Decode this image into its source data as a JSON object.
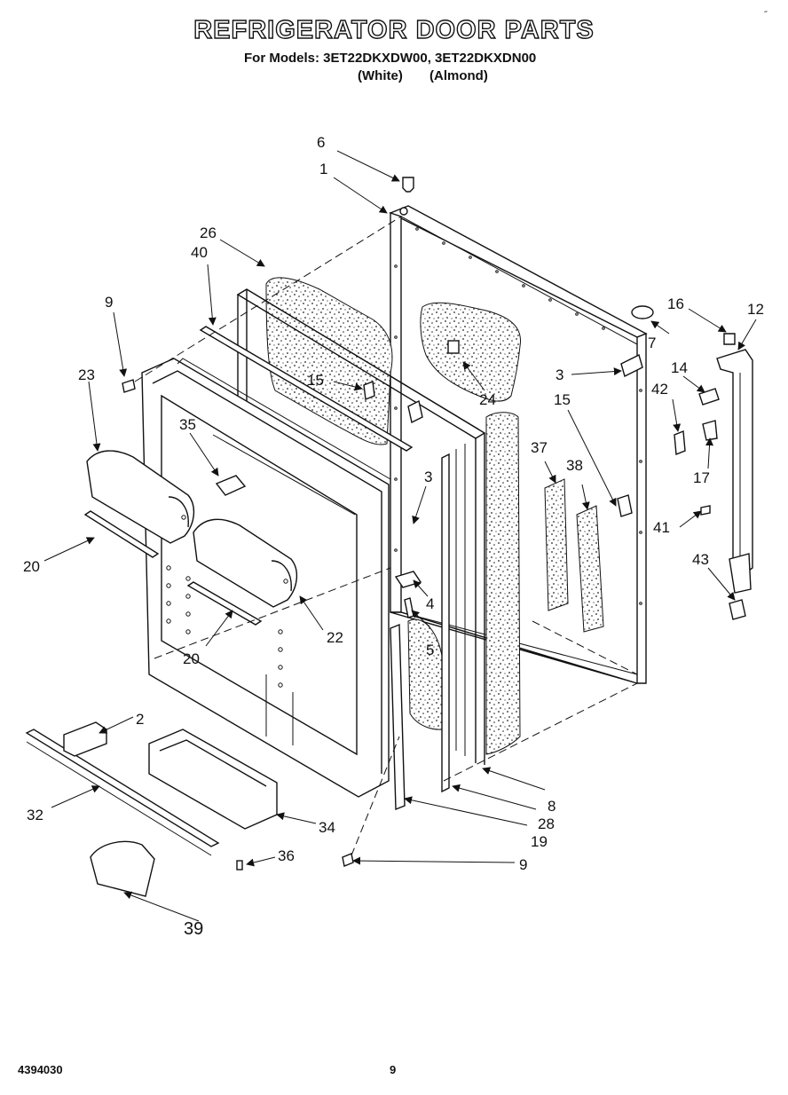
{
  "header": {
    "title": "REFRIGERATOR DOOR PARTS",
    "models_line": "For Models: 3ET22DKXDW00, 3ET22DKXDN00",
    "color_white": "(White)",
    "color_almond": "(Almond)"
  },
  "footer": {
    "doc_number": "4394030",
    "page_number": "9"
  },
  "corner_mark": "˝",
  "callouts": {
    "c1": "1",
    "c2": "2",
    "c3a": "3",
    "c3b": "3",
    "c4": "4",
    "c5": "5",
    "c6": "6",
    "c7": "7",
    "c8": "8",
    "c9a": "9",
    "c9b": "9",
    "c12": "12",
    "c14": "14",
    "c15a": "15",
    "c15b": "15",
    "c16": "16",
    "c17": "17",
    "c19": "19",
    "c20a": "20",
    "c20b": "20",
    "c22": "22",
    "c23": "23",
    "c24": "24",
    "c26": "26",
    "c28": "28",
    "c32": "32",
    "c34": "34",
    "c35": "35",
    "c36": "36",
    "c37": "37",
    "c38": "38",
    "c39": "39",
    "c40": "40",
    "c41": "41",
    "c42": "42",
    "c43": "43"
  }
}
